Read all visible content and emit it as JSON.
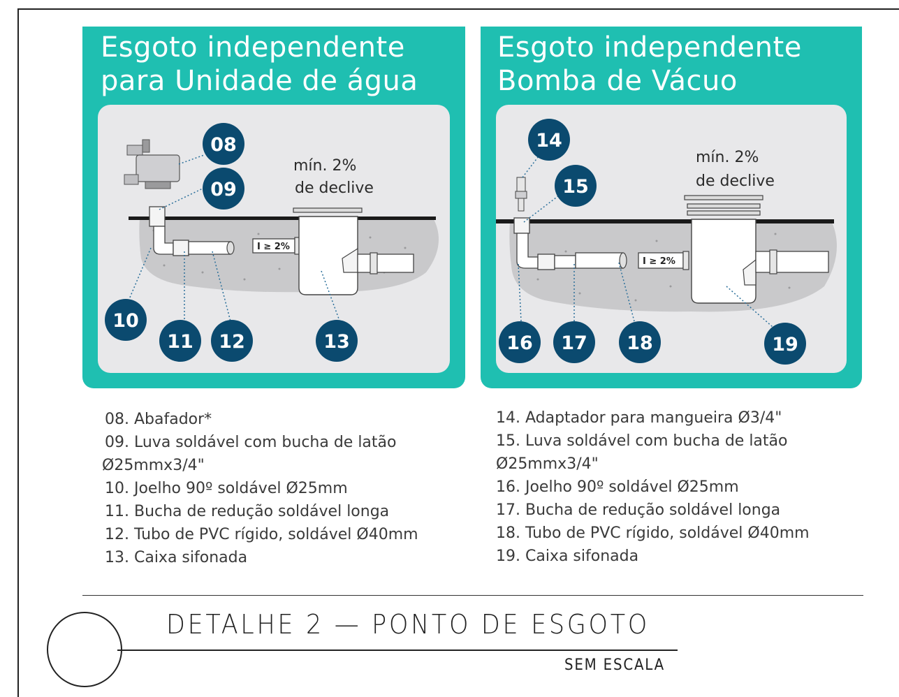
{
  "panels": [
    {
      "title_line1": "Esgoto independente",
      "title_line2": "para Unidade de água",
      "slope_line1": "mín. 2%",
      "slope_line2": "de declive",
      "slope_tag": "I ≥ 2%",
      "badges": [
        "08",
        "09",
        "10",
        "11",
        "12",
        "13"
      ]
    },
    {
      "title_line1": "Esgoto independente",
      "title_line2": "Bomba de Vácuo",
      "slope_line1": "mín. 2%",
      "slope_line2": "de declive",
      "slope_tag": "I ≥ 2%",
      "badges": [
        "14",
        "15",
        "16",
        "17",
        "18",
        "19"
      ]
    }
  ],
  "legend_left": [
    "08. Abafador*",
    "09. Luva soldável com bucha de latão",
    "Ø25mmx3/4\"",
    "10. Joelho 90º soldável Ø25mm",
    "11. Bucha de redução soldável longa",
    "12. Tubo de PVC rígido, soldável Ø40mm",
    "13. Caixa sifonada"
  ],
  "legend_right": [
    "14. Adaptador para mangueira Ø3/4\"",
    "15. Luva soldável com bucha de latão",
    "Ø25mmx3/4\"",
    "16. Joelho 90º soldável Ø25mm",
    "17. Bucha de redução soldável longa",
    "18. Tubo de PVC rígido, soldável Ø40mm",
    "19. Caixa sifonada"
  ],
  "detail": {
    "title": "DETALHE 2 — PONTO DE ESGOTO",
    "scale": "SEM ESCALA"
  },
  "colors": {
    "panel": "#1fbfb1",
    "scene_bg": "#e8e8ea",
    "soil": "#c9c9cb",
    "badge": "#0b4a6f"
  }
}
